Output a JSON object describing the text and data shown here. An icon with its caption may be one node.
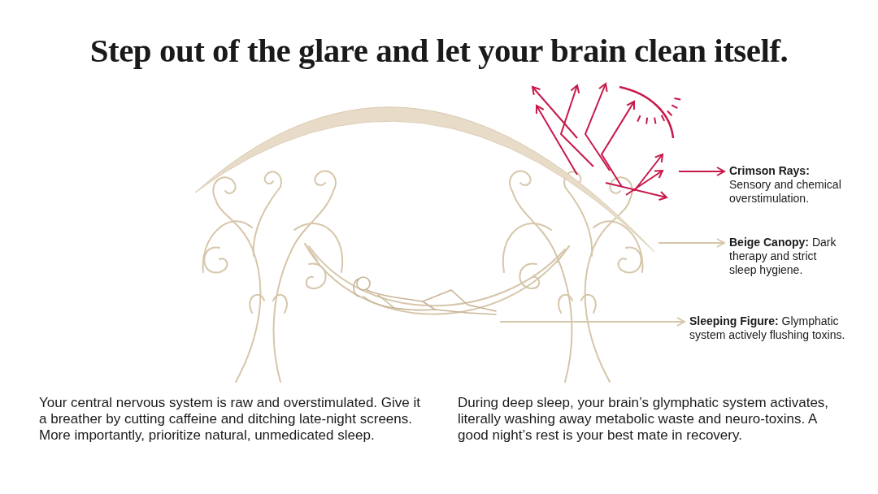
{
  "diagram": {
    "title": "Step out of the glare and let your brain clean itself.",
    "nodes": [
      {
        "text": [],
        "shape": "picture"
      },
      {
        "text": [],
        "shape": "picture"
      },
      {
        "text": [],
        "shape": "picture"
      },
      {
        "text": [
          "**Crimson Rays:** Sensory and chemical overstimulation."
        ]
      },
      {
        "text": [
          "**Beige Canopy:** Dark therapy and strict sleep hygiene."
        ]
      },
      {
        "text": [
          "**Sleeping Figure:** Glymphatic system actively flushing toxins."
        ]
      }
    ],
    "edges": [
      {
        "from": 0,
        "to": 3,
        "arrow": "to",
        "color": "#c8184a"
      },
      {
        "from": 1,
        "to": 4,
        "arrow": "to"
      },
      {
        "from": 2,
        "to": 5,
        "arrow": "to"
      }
    ],
    "labels": [
      "Your central nervous system is raw and overstimulated. Give it a breather by cutting caffeine and ditching late-night screens. More importantly, prioritize natural, unmedicated sleep.",
      "During deep sleep, your brain’s glymphatic system activates, literally washing away metabolic waste and neuro-toxins. A good night’s rest is your best mate in recovery."
    ]
  }
}
